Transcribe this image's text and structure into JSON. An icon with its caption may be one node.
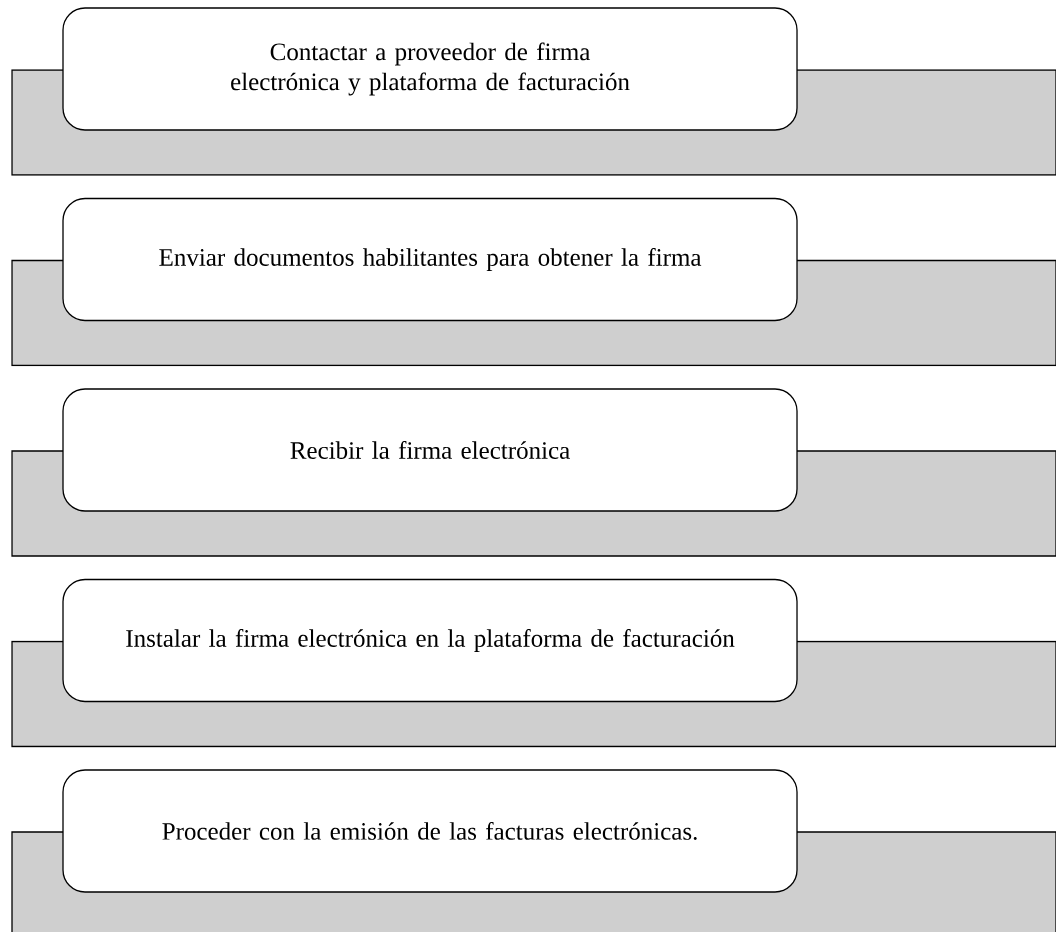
{
  "diagram": {
    "nodes": [
      {
        "text": [],
        "shape": "box"
      },
      {
        "text": [
          "Contactar a proveedor de firma electrónica y plataforma de facturación"
        ]
      },
      {
        "text": [],
        "shape": "box"
      },
      {
        "text": [
          "Enviar documentos habilitantes para obtener la firma"
        ]
      },
      {
        "text": [],
        "shape": "box"
      },
      {
        "text": [
          "Recibir la firma electrónica"
        ]
      },
      {
        "text": [],
        "shape": "box"
      },
      {
        "text": [
          "Instalar la firma electrónica en la plataforma de facturación"
        ]
      },
      {
        "text": [],
        "shape": "box"
      },
      {
        "text": [
          "Proceder con la emisión de las facturas electrónicas."
        ]
      }
    ]
  }
}
